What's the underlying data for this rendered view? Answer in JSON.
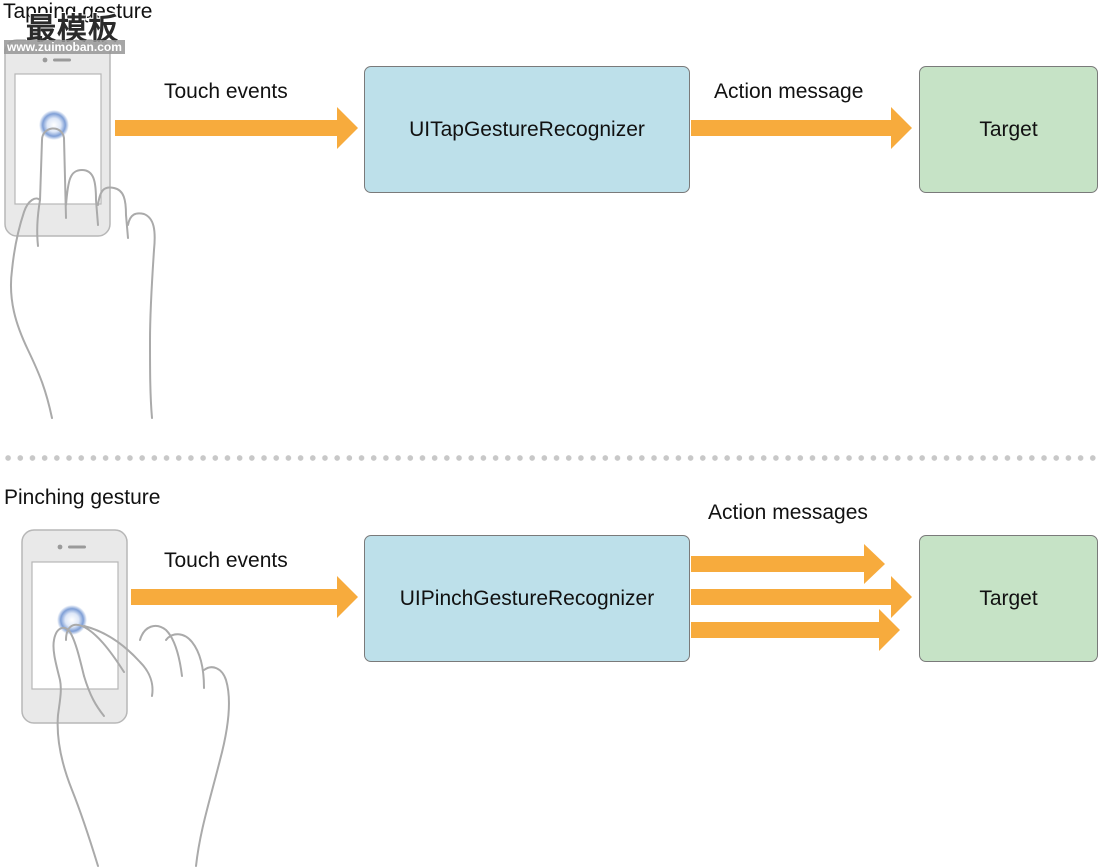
{
  "colors": {
    "arrow": "#f7ab3d",
    "recognizer_fill": "#bde0ea",
    "target_fill": "#c6e3c6",
    "box_border": "#7a7a7a",
    "divider": "#c8c8c8",
    "touch_glow": "#6a8fd0"
  },
  "watermark": {
    "brand": "最模板",
    "url": "www.zuimoban.com"
  },
  "tap": {
    "title": "Tapping gesture",
    "touch_label": "Touch events",
    "recognizer": "UITapGestureRecognizer",
    "action_label": "Action message",
    "target": "Target",
    "icons": [
      "iphone-icon",
      "pointing-hand-icon"
    ]
  },
  "pinch": {
    "title": "Pinching gesture",
    "touch_label": "Touch events",
    "recognizer": "UIPinchGestureRecognizer",
    "action_label": "Action messages",
    "target": "Target",
    "icons": [
      "iphone-icon",
      "pinching-hand-icon"
    ]
  }
}
